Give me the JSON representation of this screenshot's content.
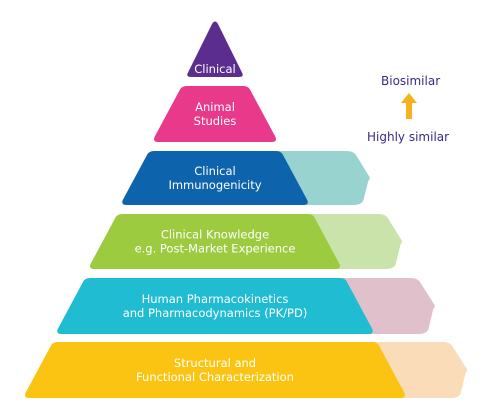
{
  "pyramid": {
    "tiers": [
      {
        "lines": [
          "Clinical"
        ],
        "color": "#5b2d8f",
        "tab_color": ""
      },
      {
        "lines": [
          "Animal",
          "Studies"
        ],
        "color": "#e8398a",
        "tab_color": ""
      },
      {
        "lines": [
          "Clinical",
          "Immunogenicity"
        ],
        "color": "#0e63ad",
        "tab_color": "#99d3cf"
      },
      {
        "lines": [
          "Clinical Knowledge",
          "e.g. Post-Market Experience"
        ],
        "color": "#9ccb3f",
        "tab_color": "#c9e3ab"
      },
      {
        "lines": [
          "Human Pharmacokinetics",
          "and Pharmacodynamics (PK/PD)"
        ],
        "color": "#20bcd2",
        "tab_color": "#e0c0cb"
      },
      {
        "lines": [
          "Structural and",
          "Functional Characterization"
        ],
        "color": "#fbc413",
        "tab_color": "#fbdcb8"
      }
    ]
  },
  "scale": {
    "top_label": "Biosimilar",
    "bottom_label": "Highly similar",
    "text_color": "#3c2a86",
    "arrow_color": "#f6b21a",
    "arrow_icon": "up-arrow-icon"
  }
}
